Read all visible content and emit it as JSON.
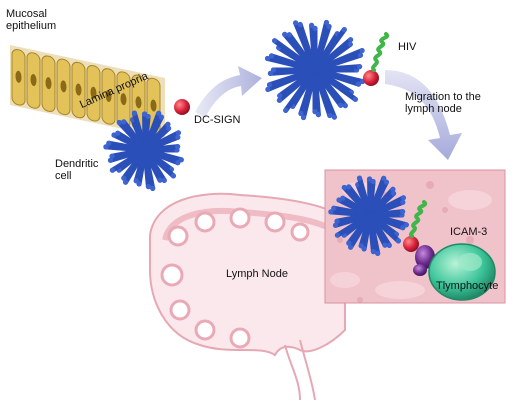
{
  "labels": {
    "mucosal_epithelium": "Mucosal epithelium",
    "lamina_propria": "Lamina propria",
    "dc_sign": "DC-SIGN",
    "dendritic_cell": "Dendritic cell",
    "hiv": "HIV",
    "migration": "Migration to the lymph node",
    "icam3": "ICAM-3",
    "lymph_node": "Lymph Node",
    "t_lymphocyte": "Tlymphocyte"
  },
  "colors": {
    "dendritic_cell": "#2b4fb8",
    "dc_sign_receptor": "#d9213a",
    "hiv_virion": "#3fb54a",
    "icam3": "#6a2a8c",
    "t_lymphocyte": "#3cc59a",
    "lymph_node_tissue": "#f3c9cf",
    "epithelium": "#d9b64a",
    "migration_arrow": "#c7c9e6"
  }
}
